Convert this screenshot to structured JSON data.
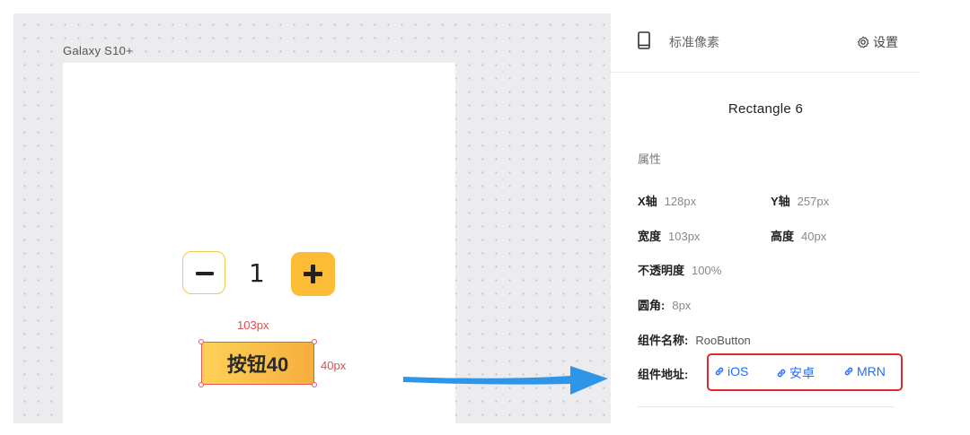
{
  "canvas": {
    "device_label": "Galaxy S10+",
    "stepper": {
      "value": "1"
    },
    "button": {
      "label": "按钮40",
      "width_label": "103px",
      "height_label": "40px"
    }
  },
  "panel": {
    "header": {
      "mode_label": "标准像素",
      "settings_label": "设置"
    },
    "layer_name": "Rectangle 6",
    "section_title": "属性",
    "props": {
      "x_key": "X轴",
      "x_val": "128px",
      "y_key": "Y轴",
      "y_val": "257px",
      "w_key": "宽度",
      "w_val": "103px",
      "h_key": "高度",
      "h_val": "40px",
      "opacity_key": "不透明度",
      "opacity_val": "100%",
      "radius_key": "圆角:",
      "radius_val": "8px",
      "component_name_key": "组件名称:",
      "component_name_val": "RooButton",
      "component_url_key": "组件地址:"
    },
    "links": {
      "ios": "iOS",
      "android": "安卓",
      "mrn": "MRN"
    }
  },
  "colors": {
    "accent_yellow": "#fcbc35",
    "measure_red": "#e94a4a",
    "link_blue": "#1f6bff",
    "arrow_blue": "#2f95e8",
    "highlight_red": "#e02a2a"
  },
  "icons": [
    "phone-icon",
    "gear-icon",
    "link-icon",
    "minus-icon",
    "plus-icon",
    "arrow-right-icon"
  ]
}
